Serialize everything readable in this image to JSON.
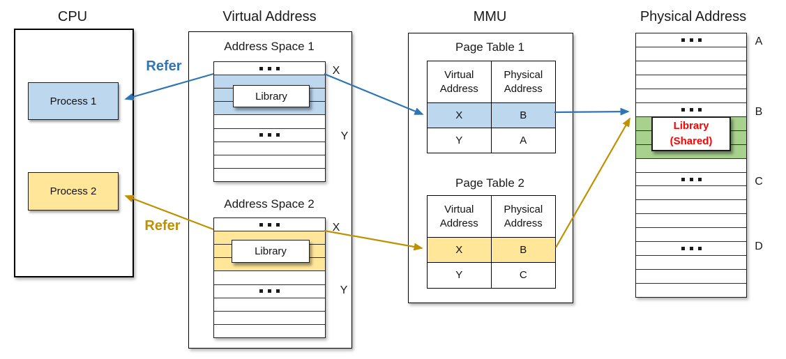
{
  "colors": {
    "blue_fill": "#BDD7EE",
    "yellow_fill": "#FFE699",
    "green_fill": "#A9D18E",
    "blue_arrow": "#2E75B6",
    "yellow_arrow": "#BF9000",
    "red_text": "#FF0000"
  },
  "cpu": {
    "title": "CPU",
    "process1_label": "Process 1",
    "process2_label": "Process 2"
  },
  "refer": {
    "blue_label": "Refer",
    "yellow_label": "Refer"
  },
  "virtual": {
    "title": "Virtual Address",
    "space1": {
      "label": "Address Space 1",
      "x_label": "X",
      "y_label": "Y",
      "library_label": "Library",
      "stack": {
        "fill": "blue_fill",
        "rows": [
          "dots",
          "fill",
          "fill",
          "fill",
          "plain",
          "dots",
          "plain",
          "plain",
          "plain"
        ]
      }
    },
    "space2": {
      "label": "Address Space 2",
      "x_label": "X",
      "y_label": "Y",
      "library_label": "Library",
      "stack": {
        "fill": "yellow_fill",
        "rows": [
          "dots",
          "fill",
          "fill",
          "fill",
          "plain",
          "dots",
          "plain",
          "plain",
          "plain"
        ]
      }
    }
  },
  "mmu": {
    "title": "MMU",
    "table1": {
      "label": "Page Table 1",
      "headers": [
        "Virtual Address",
        "Physical Address"
      ],
      "rows": [
        [
          "X",
          "B"
        ],
        [
          "Y",
          "A"
        ]
      ],
      "highlight_row": 0,
      "highlight_fill": "blue_fill"
    },
    "table2": {
      "label": "Page Table 2",
      "headers": [
        "Virtual Address",
        "Physical Address"
      ],
      "rows": [
        [
          "X",
          "B"
        ],
        [
          "Y",
          "C"
        ]
      ],
      "highlight_row": 0,
      "highlight_fill": "yellow_fill"
    }
  },
  "physical": {
    "title": "Physical Address",
    "row_labels": [
      "A",
      "B",
      "C",
      "D"
    ],
    "library_line1": "Library",
    "library_line2": "(Shared)",
    "stack": {
      "fill": "green_fill",
      "rows": [
        "dots",
        "plain",
        "plain",
        "plain",
        "plain",
        "dots",
        "fill",
        "fill",
        "fill",
        "plain",
        "dots",
        "plain",
        "plain",
        "plain",
        "plain",
        "dots",
        "plain",
        "plain",
        "plain"
      ]
    }
  }
}
